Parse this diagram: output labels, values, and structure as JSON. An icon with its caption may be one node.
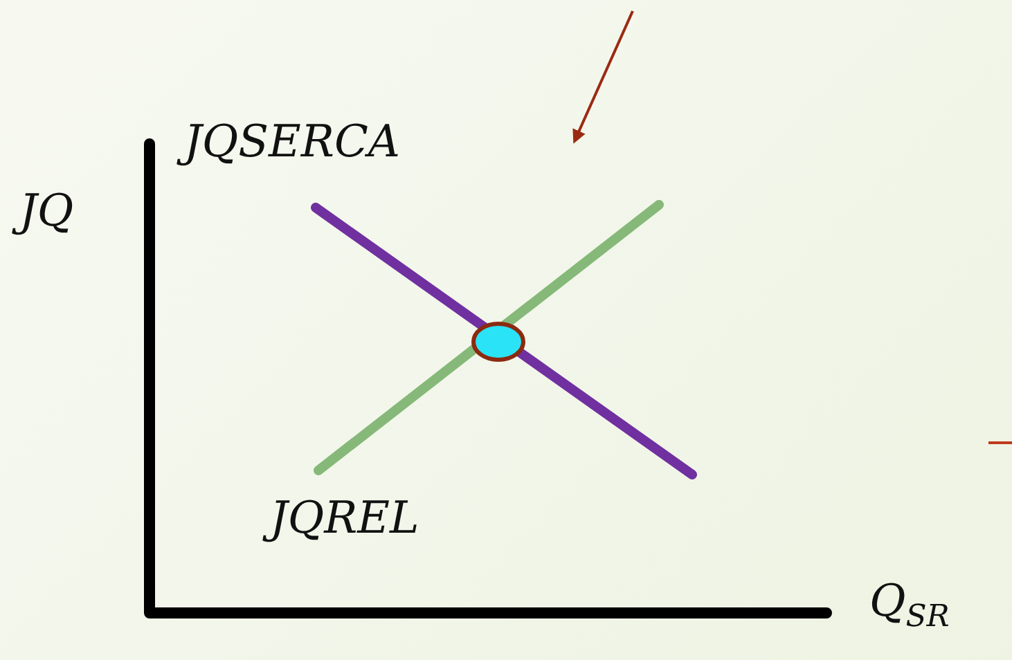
{
  "diagram": {
    "labels": [
      "JQ",
      "JQSERCA",
      "JQREL",
      "Q$_{SR}$"
    ]
  }
}
